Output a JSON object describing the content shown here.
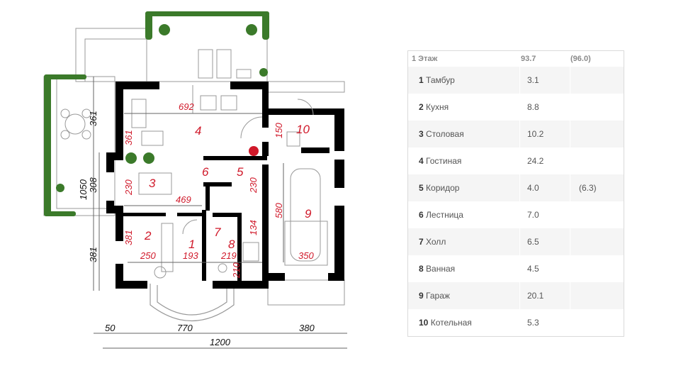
{
  "plan": {
    "rooms": [
      {
        "num": "1"
      },
      {
        "num": "2"
      },
      {
        "num": "3"
      },
      {
        "num": "4"
      },
      {
        "num": "5"
      },
      {
        "num": "6"
      },
      {
        "num": "7"
      },
      {
        "num": "8"
      },
      {
        "num": "9"
      },
      {
        "num": "10"
      }
    ],
    "dims_red": [
      "692",
      "361",
      "230",
      "469",
      "381",
      "250",
      "193",
      "219",
      "230",
      "150",
      "580",
      "134",
      "210",
      "350"
    ],
    "dims_black": [
      "361",
      "1050",
      "308",
      "381",
      "50",
      "770",
      "380",
      "1200"
    ]
  },
  "table": {
    "header": {
      "name": "1 Этаж",
      "area": "93.7",
      "total": "(96.0)"
    },
    "rows": [
      {
        "num": "1",
        "name": "Тамбур",
        "area": "3.1",
        "total": ""
      },
      {
        "num": "2",
        "name": "Кухня",
        "area": "8.8",
        "total": ""
      },
      {
        "num": "3",
        "name": "Столовая",
        "area": "10.2",
        "total": ""
      },
      {
        "num": "4",
        "name": "Гостиная",
        "area": "24.2",
        "total": ""
      },
      {
        "num": "5",
        "name": "Коридор",
        "area": "4.0",
        "total": "(6.3)"
      },
      {
        "num": "6",
        "name": "Лестница",
        "area": "7.0",
        "total": ""
      },
      {
        "num": "7",
        "name": "Холл",
        "area": "6.5",
        "total": ""
      },
      {
        "num": "8",
        "name": "Ванная",
        "area": "4.5",
        "total": ""
      },
      {
        "num": "9",
        "name": "Гараж",
        "area": "20.1",
        "total": ""
      },
      {
        "num": "10",
        "name": "Котельная",
        "area": "5.3",
        "total": ""
      }
    ]
  }
}
